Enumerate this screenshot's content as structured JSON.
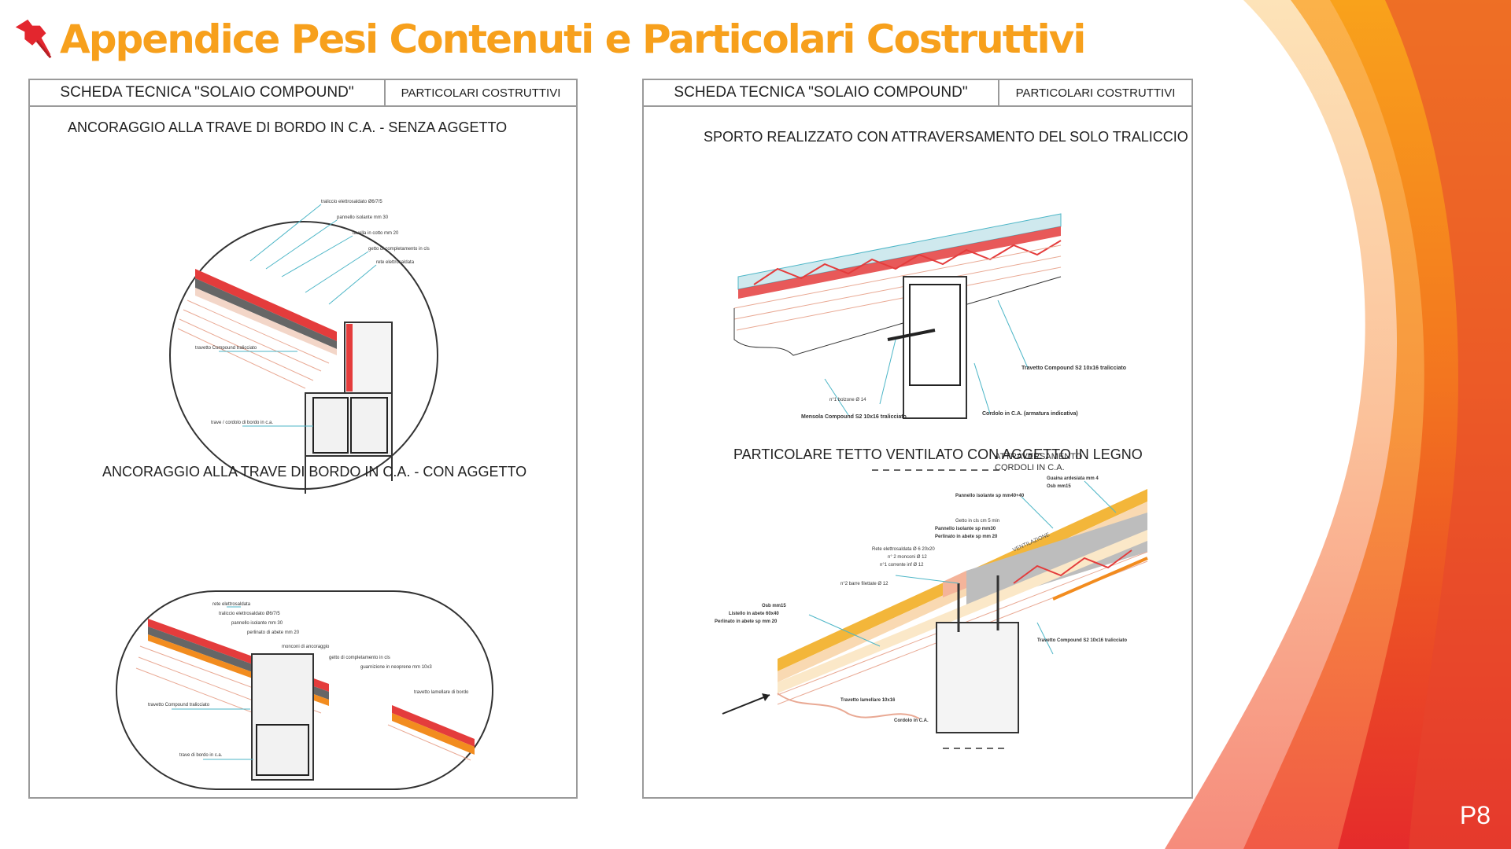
{
  "slide": {
    "title": "Appendice Pesi Contenuti e Particolari Costruttivi",
    "page_number": "P8",
    "icon": "pushpin-icon",
    "colors": {
      "title": "#f7a01c",
      "accent_orange": "#f58a1f",
      "accent_red": "#e8322e"
    }
  },
  "left_sheet": {
    "header_title": "SCHEDA TECNICA \"SOLAIO COMPOUND\"",
    "header_sub": "PARTICOLARI COSTRUTTIVI",
    "section1_title": "ANCORAGGIO ALLA TRAVE DI BORDO IN C.A. - SENZA AGGETTO",
    "section1_labels": [
      "traliccio elettrosaldato Ø6/7/5",
      "pannello isolante mm 30",
      "tavella in cotto mm 20",
      "getto di completamento in cls",
      "rete elettrosaldata",
      "travetto Compound tralicciato",
      "trave / cordolo di bordo in c.a."
    ],
    "section2_title": "ANCORAGGIO ALLA TRAVE DI BORDO IN C.A. - CON AGGETTO",
    "section2_labels": [
      "rete elettrosaldata",
      "traliccio elettrosaldato Ø6/7/5",
      "pannello isolante mm 30",
      "perlinato di abete mm 20",
      "monconi di ancoraggio",
      "getto di completamento in cls",
      "guarnizione in neoprene mm 10x3",
      "travetto lamellare di bordo",
      "travetto Compound tralicciato",
      "trave di bordo in c.a."
    ]
  },
  "right_sheet": {
    "header_title": "SCHEDA TECNICA \"SOLAIO COMPOUND\"",
    "header_sub": "PARTICOLARI COSTRUTTIVI",
    "section1_title": "SPORTO REALIZZATO CON ATTRAVERSAMENTO DEL SOLO TRALICCIO",
    "section1_labels": [
      "Travetto Compound S2 10x16 tralicciato",
      "n°1 bolzone Ø 14",
      "Mensola Compound S2 10x16 tralicciato",
      "Cordolo in C.A. (armatura indicativa)",
      "ATTRAVERSAMENTO",
      "CORDOLI IN C.A."
    ],
    "section2_title": "PARTICOLARE TETTO VENTILATO CON AGGETTO IN LEGNO",
    "section2_labels": [
      "Guaina ardesiata mm 4",
      "Osb mm15",
      "Pannello isolante sp mm40+40",
      "Getto in cls cm 5 min",
      "Pannello isolante sp mm30",
      "Perlinato in abete sp mm 20",
      "Rete elettrosaldata Ø 6 20x20",
      "n° 2 monconi Ø 12",
      "n°1 corrente inf Ø 12",
      "n°2 barre filettate Ø 12",
      "VENTILAZIONE",
      "Osb mm15",
      "Listello in abete 60x40",
      "Perlinato in abete sp mm 20",
      "Travetto Compound S2 10x16 tralicciato",
      "Travetto lamellare 10x16",
      "Cordolo in C.A."
    ]
  }
}
